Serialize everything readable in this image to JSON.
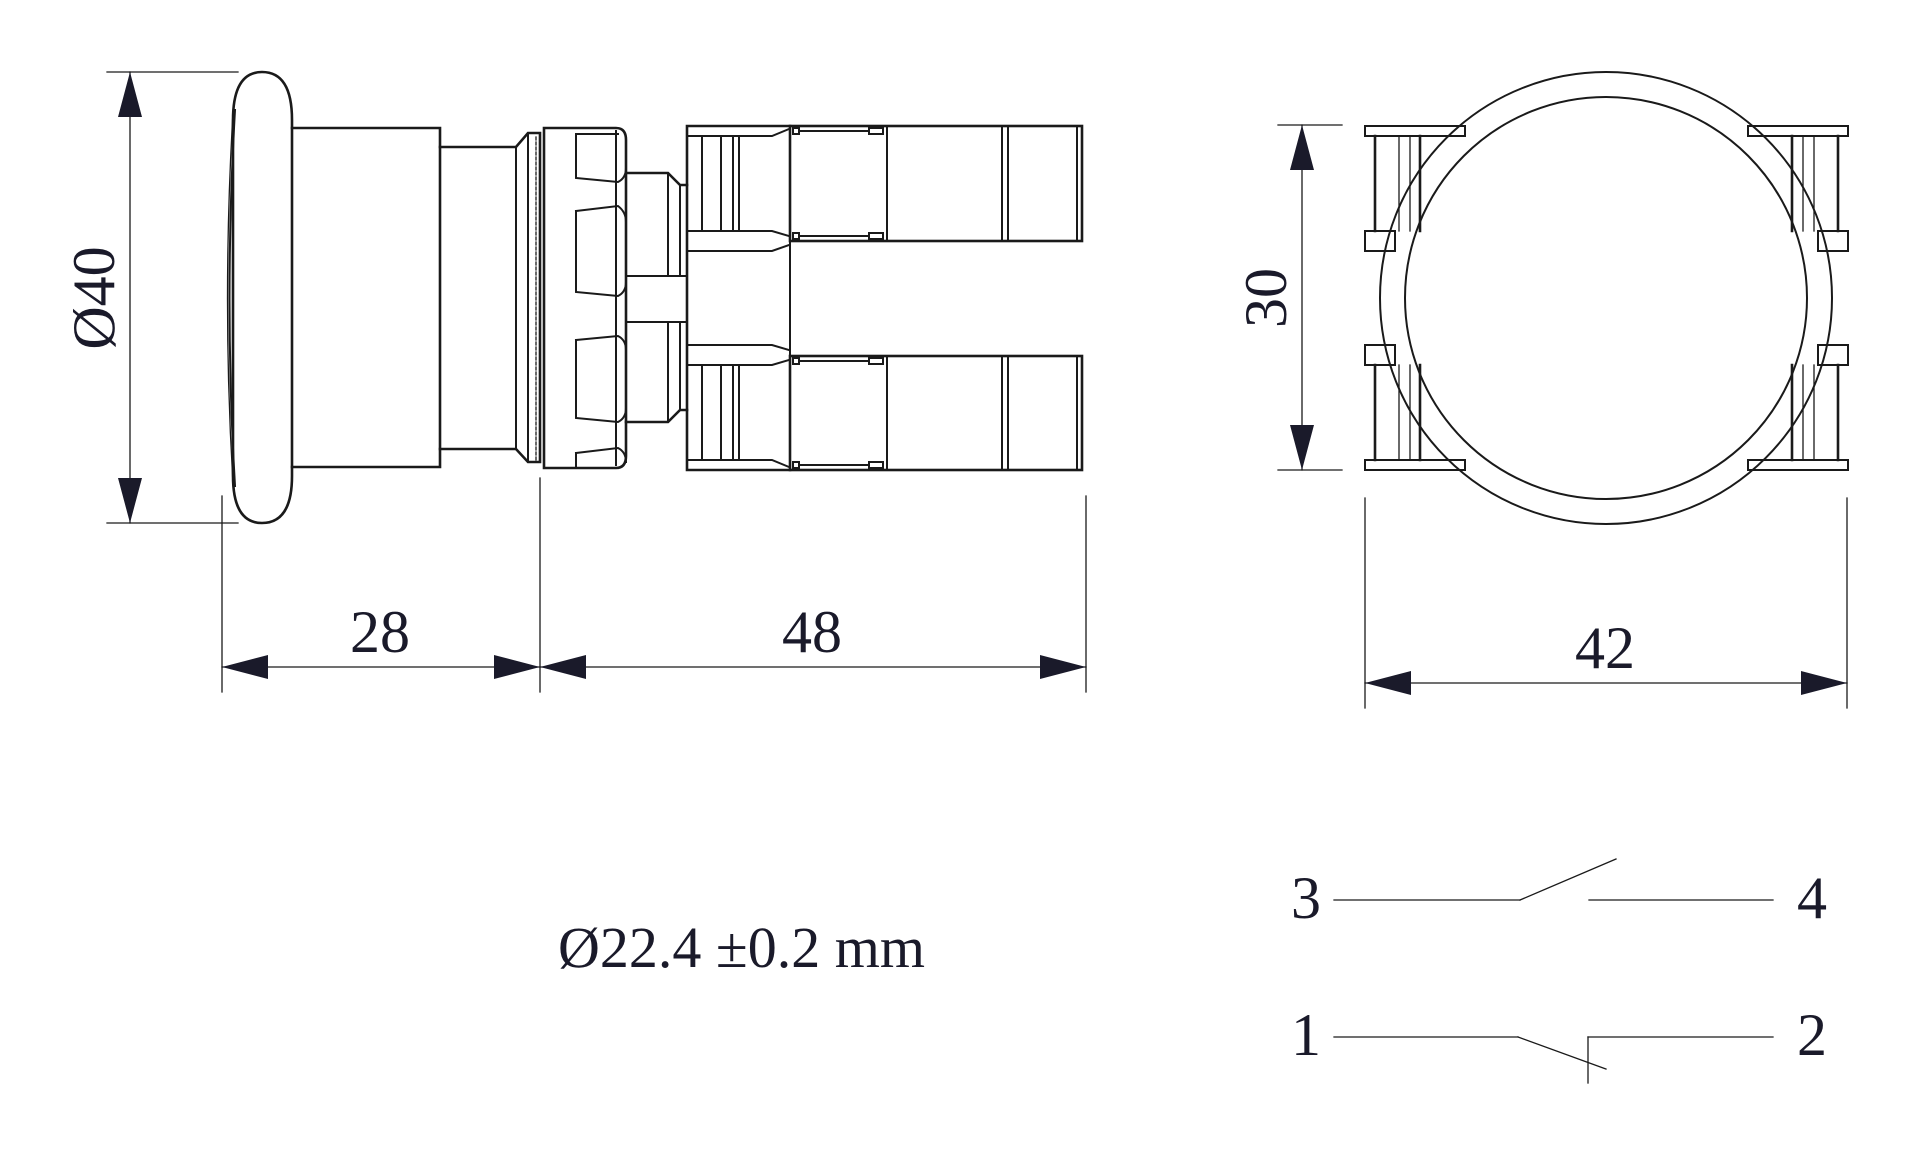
{
  "drawing": {
    "title": "Mushroom head push button — dimensional drawing",
    "units": "mm",
    "side_view": {
      "dimensions": {
        "head_diameter": "Ø40",
        "front_depth": "28",
        "rear_depth": "48"
      }
    },
    "rear_view": {
      "dimensions": {
        "height": "30",
        "width": "42"
      }
    },
    "mounting_hole_note": "Ø22.4 ±0.2 mm",
    "contact_diagram": {
      "no_contact": {
        "terminal_a": "3",
        "terminal_b": "4",
        "type": "normally open"
      },
      "nc_contact": {
        "terminal_a": "1",
        "terminal_b": "2",
        "type": "normally closed"
      }
    },
    "colors": {
      "line": "#1a1a1a",
      "arrow": "#1a1a2a",
      "background": "#ffffff"
    }
  }
}
